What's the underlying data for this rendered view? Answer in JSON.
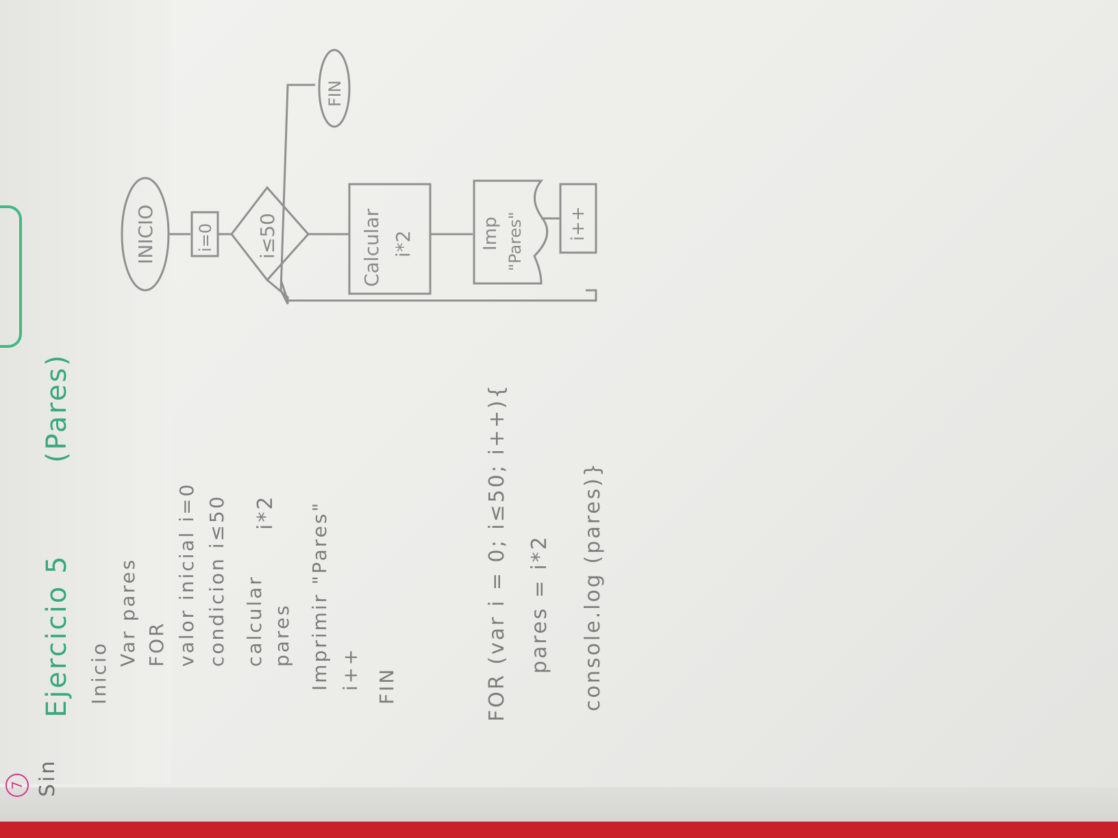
{
  "heading": {
    "item_number": "7",
    "side_fragment": "Sin",
    "title": "Ejercicio 5",
    "subtitle": "(Pares)"
  },
  "pseudocode": [
    "Inicio",
    "Var pares",
    "FOR",
    "valor inicial i=0",
    "condicion i≤50",
    "calcular",
    "pares",
    "i*2",
    "Imprimir \"Pares\"",
    "i++",
    "FIN"
  ],
  "code": [
    "FOR (var i = 0; i≤50; i++){",
    "pares = i*2",
    "console.log (pares)}"
  ],
  "flowchart": {
    "start": "INICIO",
    "init": "i=0",
    "decision": "i≤50",
    "process_1": "Calcular",
    "process_2": "i*2",
    "output_1": "Imp",
    "output_2": "\"Pares\"",
    "increment": "i++",
    "end": "FIN"
  }
}
